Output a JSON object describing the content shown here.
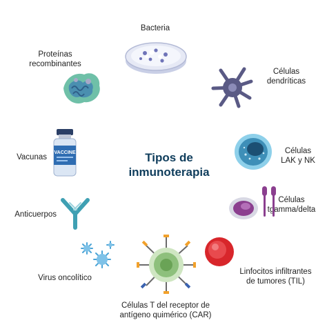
{
  "title": "Tipos de\ninmunoterapia",
  "title_line1": "Tipos de",
  "title_line2": "inmunoterapia",
  "items": {
    "bacteria": "Bacteria",
    "dendriticas_1": "Células",
    "dendriticas_2": "dendríticas",
    "lak_1": "Células",
    "lak_2": "LAK y NK",
    "tgamma_1": "Células",
    "tgamma_2": "tgamma/delta",
    "til_1": "Linfocitos infiltrantes",
    "til_2": "de tumores (TIL)",
    "car_1": "Células T del receptor de",
    "car_2": "antígeno quimérico (CAR)",
    "virus": "Virus oncolítico",
    "anticuerpos": "Anticuerpos",
    "vacunas": "Vacunas",
    "proteinas_1": "Proteínas",
    "proteinas_2": "recombinantes"
  },
  "vial_label": "VACCINE",
  "colors": {
    "title": "#0f3d5c",
    "dendritic": "#5a5a85",
    "lak": "#3e8fb8",
    "tgamma": "#8b3f8f",
    "til": "#d8262b",
    "car": "#8ec07c",
    "virus": "#4aa3d6",
    "antibody": "#3fa0b3",
    "vaccine": "#2f6db2"
  }
}
